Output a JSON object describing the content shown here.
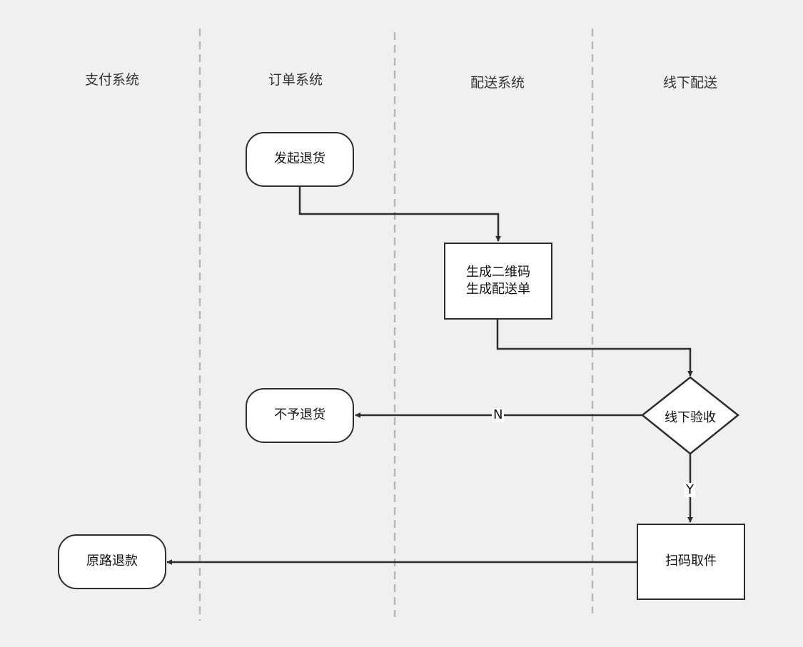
{
  "lanes": [
    {
      "title": "支付系统"
    },
    {
      "title": "订单系统"
    },
    {
      "title": "配送系统"
    },
    {
      "title": "线下配送"
    }
  ],
  "nodes": {
    "initiate_return": "发起退货",
    "generate_qr": "生成二维码\n生成配送单",
    "offline_inspection": "线下验收",
    "reject_return": "不予退货",
    "scan_pickup": "扫码取件",
    "refund_original": "原路退款"
  },
  "edges": {
    "no_label": "N",
    "yes_label": "Y"
  },
  "colors": {
    "background": "#f0f0f0",
    "stroke": "#2d2d2d",
    "lane_divider": "#b8b8b8",
    "shape_fill": "#ffffff"
  }
}
